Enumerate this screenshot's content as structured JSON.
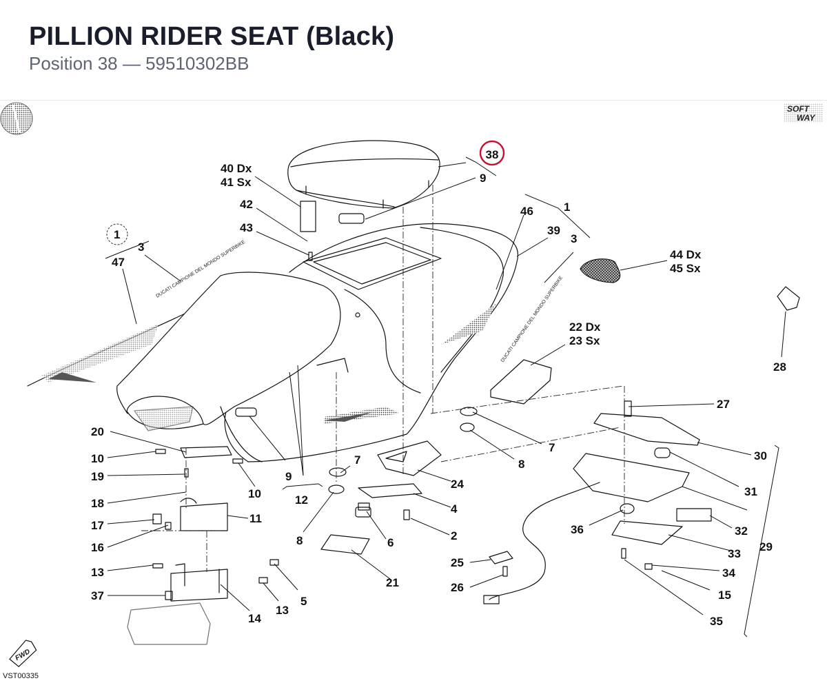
{
  "header": {
    "title": "PILLION RIDER SEAT (Black)",
    "subtitle": "Position 38 — 59510302BB"
  },
  "highlight": {
    "label": "38",
    "color": "#c8102e"
  },
  "labels": {
    "l40": "40 Dx",
    "l41": "41 Sx",
    "l42": "42",
    "l43": "43",
    "l1a": "1",
    "l3a": "3",
    "l47": "47",
    "l9a": "9",
    "l46": "46",
    "l1b": "1",
    "l39": "39",
    "l3b": "3",
    "l44": "44 Dx",
    "l45": "45 Sx",
    "l28": "28",
    "l22": "22 Dx",
    "l23": "23 Sx",
    "l27": "27",
    "l20": "20",
    "l10a": "10",
    "l19": "19",
    "l10b": "10",
    "l9b": "9",
    "l12": "12",
    "l7a": "7",
    "l7b": "7",
    "l8a": "8",
    "l8b": "8",
    "l24": "24",
    "l4": "4",
    "l6": "6",
    "l2": "2",
    "l18": "18",
    "l11": "11",
    "l17": "17",
    "l16": "16",
    "l13a": "13",
    "l5": "5",
    "l13b": "13",
    "l37": "37",
    "l14": "14",
    "l21": "21",
    "l25": "25",
    "l26": "26",
    "l30": "30",
    "l31": "31",
    "l36": "36",
    "l32": "32",
    "l33": "33",
    "l29": "29",
    "l34": "34",
    "l15": "15",
    "l35": "35"
  },
  "logos": {
    "softway_top": "SOFT",
    "softway_bottom": "WAY",
    "fwd": "FWD"
  },
  "decals": {
    "ducati_text": "DUCATI CAMPIONE DEL MONDO SUPERBIKE"
  },
  "footer": {
    "code": "VST00335"
  }
}
